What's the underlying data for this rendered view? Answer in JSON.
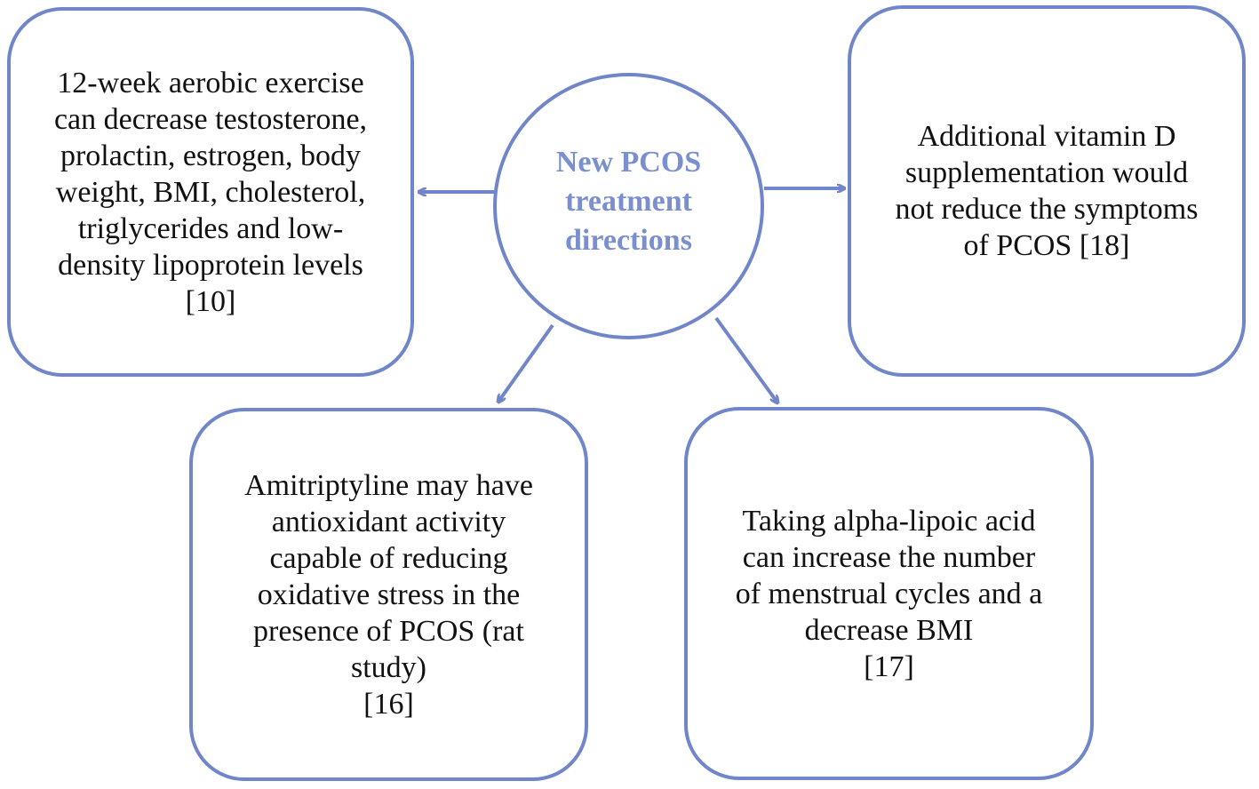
{
  "center": {
    "title": "New PCOS\ntreatment\ndirections"
  },
  "boxes": {
    "exercise": "12-week aerobic exercise\ncan decrease testosterone,\nprolactin, estrogen, body\nweight, BMI, cholesterol,\ntriglycerides and low-\ndensity lipoprotein levels\n[10]",
    "vitamin_d": "Additional vitamin D\nsupplementation would\nnot reduce the symptoms\nof PCOS [18]",
    "amitriptyline": "Amitriptyline may have\nantioxidant activity\ncapable of reducing\noxidative stress in the\npresence of PCOS (rat\nstudy)\n[16]",
    "alpha_lipoic": "Taking alpha-lipoic acid\ncan increase the number\nof menstrual cycles and a\ndecrease BMI\n[17]"
  },
  "colors": {
    "accent": "#7086c8",
    "center_text": "#7a8fd0",
    "body_text": "#111111"
  }
}
